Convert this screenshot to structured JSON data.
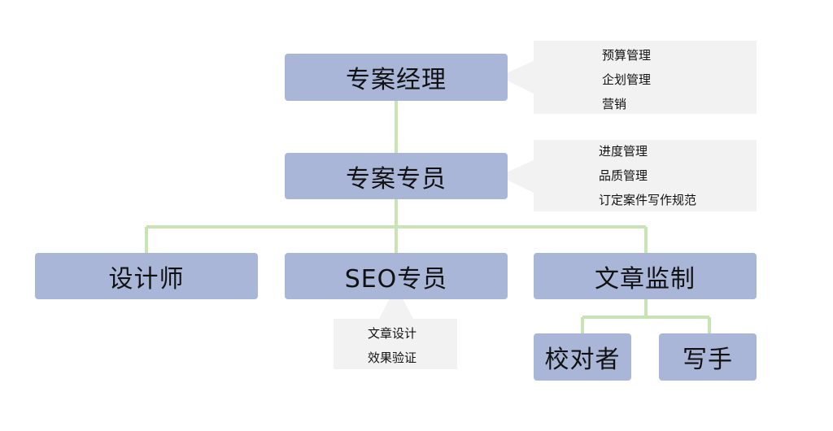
{
  "nodes": {
    "project_manager": "专案经理",
    "project_specialist": "专案专员",
    "designer": "设计师",
    "seo_specialist": "SEO专员",
    "article_supervision": "文章监制",
    "proofreader": "校对者",
    "writer": "写手"
  },
  "notes": {
    "project_manager": [
      "预算管理",
      "企划管理",
      "营销"
    ],
    "project_specialist": [
      "进度管理",
      "品质管理",
      "订定案件写作规范"
    ],
    "seo_specialist": [
      "文章设计",
      "效果验证"
    ]
  },
  "colors": {
    "node_fill": "#aab6d8",
    "connector": "#c9e4b4",
    "note_fill": "#f2f2f2",
    "text": "#111111"
  }
}
